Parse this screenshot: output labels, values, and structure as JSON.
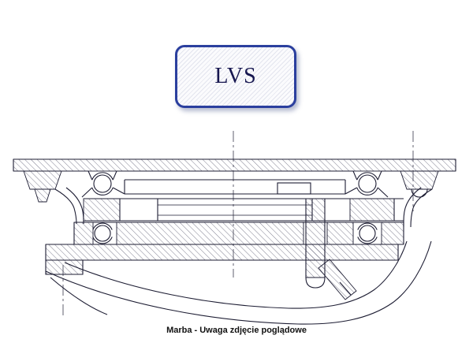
{
  "window": {
    "background": "#ffffff"
  },
  "badge": {
    "label": "LVS",
    "border_color": "#2b3f9e",
    "text_color": "#16164f"
  },
  "drawing": {
    "label": "caster-swivel-head-cross-section",
    "line_color": "#1d1d33"
  },
  "caption": {
    "text": "Marba - Uwaga zdjęcie poglądowe",
    "color": "#111111"
  }
}
